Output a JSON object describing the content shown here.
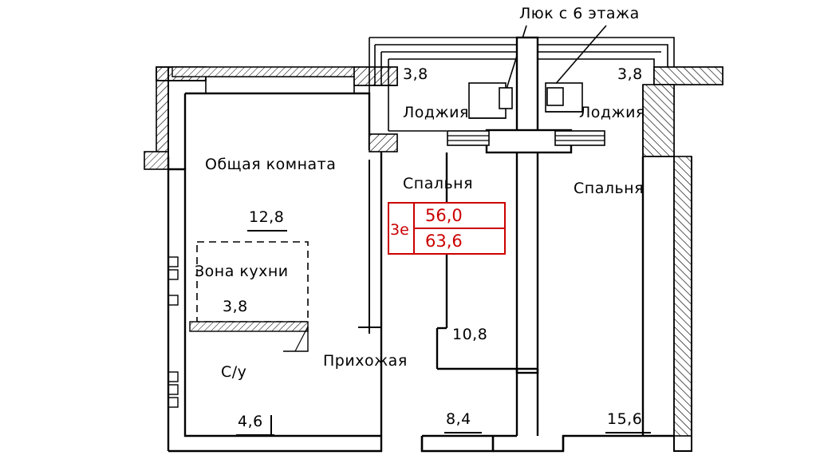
{
  "plan": {
    "title_note": "Люк с 6 этажа",
    "rooms": [
      {
        "name": "Общая комната",
        "area": "12,8"
      },
      {
        "name": "Зона кухни",
        "area": "3,8"
      },
      {
        "name": "С/у",
        "area": "4,6"
      },
      {
        "name": "Прихожая",
        "area": "10,8"
      },
      {
        "name": "Спальня",
        "area": "8,4"
      },
      {
        "name": "Спальня",
        "area": "15,6"
      },
      {
        "name": "Лоджия",
        "area": "3,8"
      },
      {
        "name": "Лоджия",
        "area": "3,8"
      }
    ],
    "labels": {
      "obshaya_komnata": "Общая комната",
      "zona_kuhni": "Зона кухни",
      "sanuzel": "С/у",
      "prihozhaya": "Прихожая",
      "spalnya_left": "Спальня",
      "spalnya_right": "Спальня",
      "lodzhiya_left": "Лоджия",
      "lodzhiya_right": "Лоджия",
      "luk": "Люк с 6 этажа"
    },
    "areas": {
      "obshaya_komnata": "12,8",
      "zona_kuhni": "3,8",
      "sanuzel": "4,6",
      "prihozhaya": "10,8",
      "spalnya_left": "8,4",
      "spalnya_right": "15,6",
      "lodzhiya_left": "3,8",
      "lodzhiya_right": "3,8"
    },
    "badge": {
      "rooms_code": "3е",
      "area_living": "56,0",
      "area_total": "63,6",
      "color": "#cc0000"
    },
    "colors": {
      "line": "#000000",
      "hatch": "#000000",
      "accent": "#cc0000"
    }
  }
}
